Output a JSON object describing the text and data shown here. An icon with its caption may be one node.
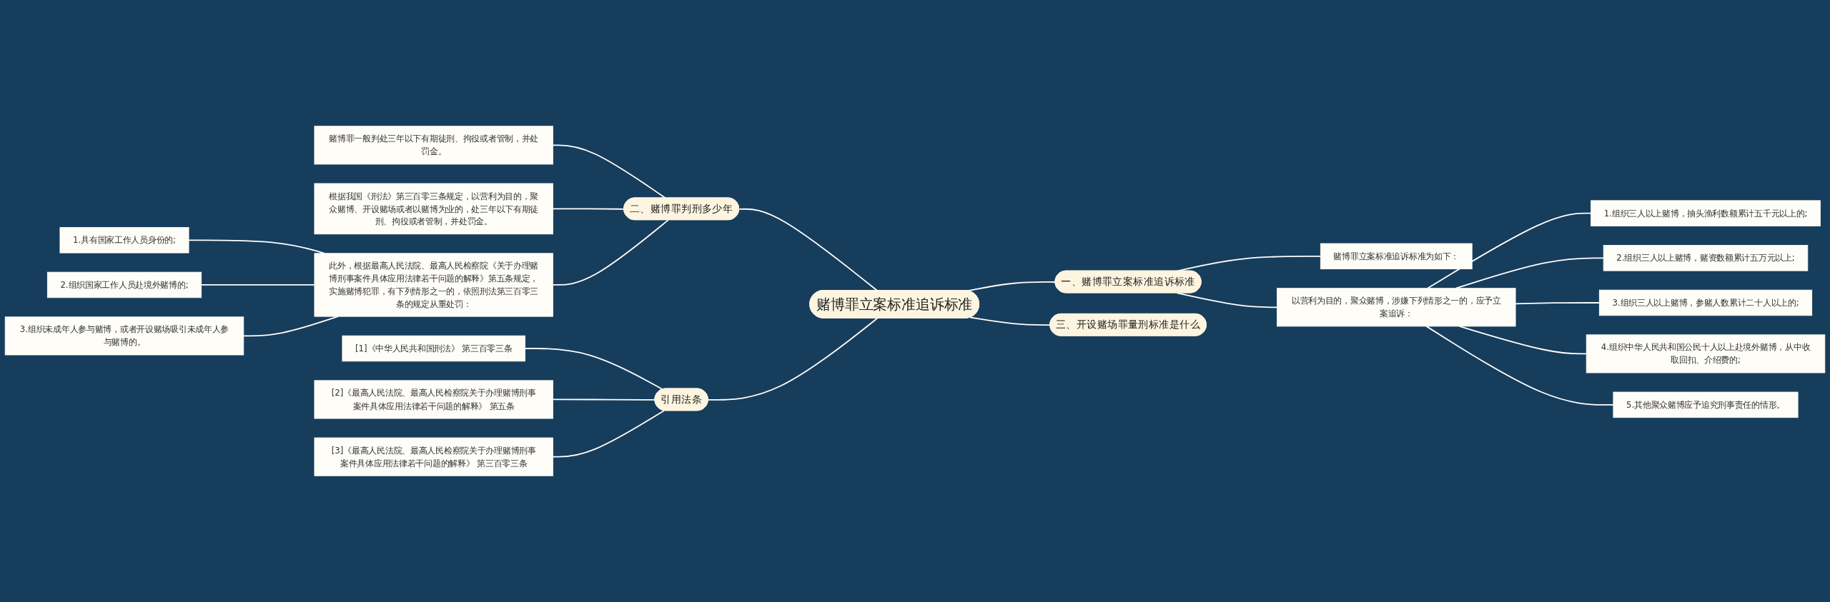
{
  "diagram": {
    "nodes": [
      {
        "text": [
          "赌博罪立案标准追诉标准"
        ]
      },
      {
        "text": [
          "一、赌博罪立案标准追诉标准"
        ]
      },
      {
        "text": [
          "赌博罪立案标准追诉标准为如下："
        ]
      },
      {
        "text": [
          "以营利为目的，聚众赌博，涉嫌下列情形之一的，应予立案追诉："
        ]
      },
      {
        "text": [
          "1.组织三人以上赌博，抽头渔利数额累计五千元以上的;"
        ]
      },
      {
        "text": [
          "2.组织三人以上赌博，赌资数额累计五万元以上;"
        ]
      },
      {
        "text": [
          "3.组织三人以上赌博，参赌人数累计二十人以上的;"
        ]
      },
      {
        "text": [
          "4.组织中华人民共和国公民十人以上赴境外赌博，从中收取回扣、介绍费的;"
        ]
      },
      {
        "text": [
          "5.其他聚众赌博应予追究刑事责任的情形。"
        ]
      },
      {
        "text": [
          "三、开设赌场罪量刑标准是什么"
        ]
      },
      {
        "text": [
          "二、赌博罪判刑多少年"
        ]
      },
      {
        "text": [
          "赌博罪一般判处三年以下有期徒刑、拘役或者管制，并处罚金。"
        ]
      },
      {
        "text": [
          "根据我国《刑法》第三百零三条规定，以营利为目的，聚众赌博、开设赌场或者以赌博为业的，处三年以下有期徒刑、拘役或者管制，并处罚金。"
        ]
      },
      {
        "text": [
          "此外，根据最高人民法院、最高人民检察院《关于办理赌博刑事案件具体应用法律若干问题的解释》第五条规定，实施赌博犯罪，有下列情形之一的，依照刑法第三百零三条的规定从重处罚："
        ]
      },
      {
        "text": [
          "1.具有国家工作人员身份的;"
        ]
      },
      {
        "text": [
          "2.组织国家工作人员赴境外赌博的;"
        ]
      },
      {
        "text": [
          "3.组织未成年人参与赌博，或者开设赌场吸引未成年人参与赌博的。"
        ]
      },
      {
        "text": [
          "引用法条"
        ]
      },
      {
        "text": [
          "[1]《中华人民共和国刑法》 第三百零三条"
        ]
      },
      {
        "text": [
          "[2]《最高人民法院、最高人民检察院关于办理赌博刑事案件具体应用法律若干问题的解释》 第五条"
        ]
      },
      {
        "text": [
          "[3]《最高人民法院、最高人民检察院关于办理赌博刑事案件具体应用法律若干问题的解释》 第三百零三条"
        ]
      }
    ],
    "edges": [
      {
        "from": 0,
        "to": 1,
        "arrow": "none"
      },
      {
        "from": 1,
        "to": 2,
        "arrow": "none"
      },
      {
        "from": 1,
        "to": 3,
        "arrow": "none"
      },
      {
        "from": 3,
        "to": 4,
        "arrow": "none"
      },
      {
        "from": 3,
        "to": 5,
        "arrow": "none"
      },
      {
        "from": 3,
        "to": 6,
        "arrow": "none"
      },
      {
        "from": 3,
        "to": 7,
        "arrow": "none"
      },
      {
        "from": 3,
        "to": 8,
        "arrow": "none"
      },
      {
        "from": 0,
        "to": 9,
        "arrow": "none"
      },
      {
        "from": 0,
        "to": 10,
        "arrow": "none"
      },
      {
        "from": 10,
        "to": 11,
        "arrow": "none"
      },
      {
        "from": 10,
        "to": 12,
        "arrow": "none"
      },
      {
        "from": 10,
        "to": 13,
        "arrow": "none"
      },
      {
        "from": 13,
        "to": 14,
        "arrow": "none"
      },
      {
        "from": 13,
        "to": 15,
        "arrow": "none"
      },
      {
        "from": 13,
        "to": 16,
        "arrow": "none"
      },
      {
        "from": 0,
        "to": 17,
        "arrow": "none"
      },
      {
        "from": 17,
        "to": 18,
        "arrow": "none"
      },
      {
        "from": 17,
        "to": 19,
        "arrow": "none"
      },
      {
        "from": 17,
        "to": 20,
        "arrow": "none"
      }
    ]
  }
}
